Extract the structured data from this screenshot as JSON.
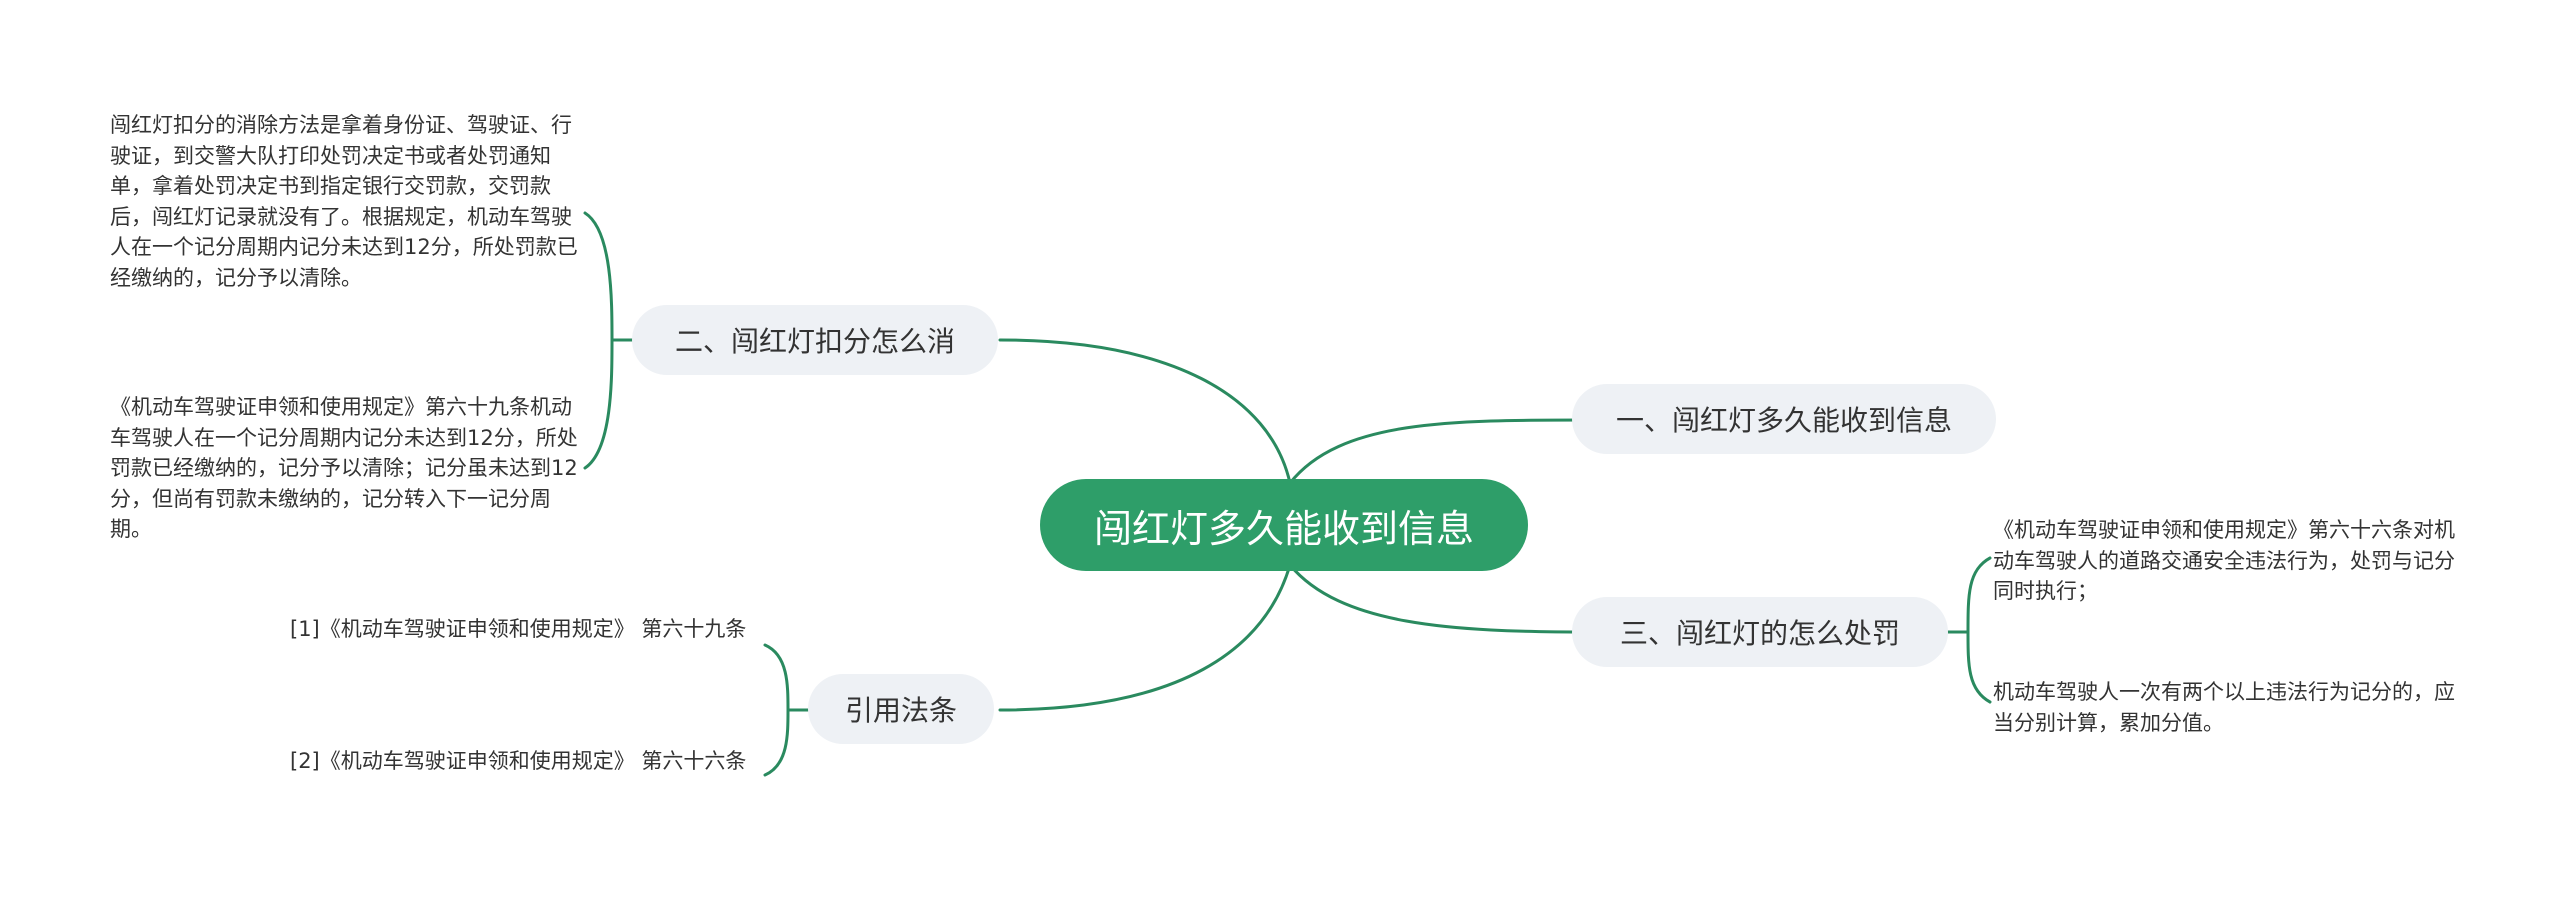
{
  "root": {
    "label": "闯红灯多久能收到信息"
  },
  "branches": [
    {
      "label": "一、闯红灯多久能收到信息",
      "notes": []
    },
    {
      "label": "二、闯红灯扣分怎么消",
      "notes": [
        "闯红灯扣分的消除方法是拿着身份证、驾驶证、行驶证，到交警大队打印处罚决定书或者处罚通知单，拿着处罚决定书到指定银行交罚款，交罚款后，闯红灯记录就没有了。根据规定，机动车驾驶人在一个记分周期内记分未达到12分，所处罚款已经缴纳的，记分予以清除。",
        "《机动车驾驶证申领和使用规定》第六十九条机动车驾驶人在一个记分周期内记分未达到12分，所处罚款已经缴纳的，记分予以清除；记分虽未达到12分，但尚有罚款未缴纳的，记分转入下一记分周期。"
      ]
    },
    {
      "label": "三、闯红灯的怎么处罚",
      "notes": [
        "《机动车驾驶证申领和使用规定》第六十六条对机动车驾驶人的道路交通安全违法行为，处罚与记分同时执行；",
        "机动车驾驶人一次有两个以上违法行为记分的，应当分别计算，累加分值。"
      ]
    },
    {
      "label": "引用法条",
      "notes": [
        "[1]《机动车驾驶证申领和使用规定》 第六十九条",
        "[2]《机动车驾驶证申领和使用规定》 第六十六条"
      ]
    }
  ],
  "colors": {
    "accent": "#2e9e69",
    "line": "#2a8a5f",
    "branch_bg": "#eef1f5",
    "text": "#333333"
  }
}
